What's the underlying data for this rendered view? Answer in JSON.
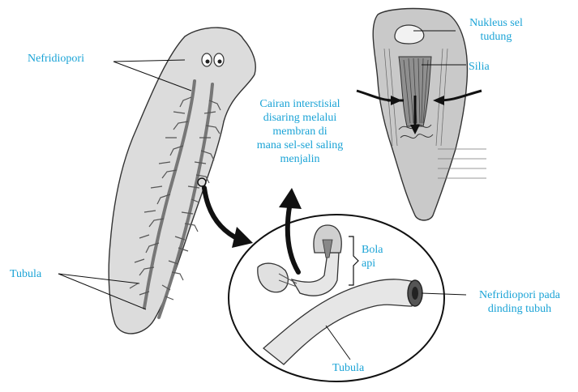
{
  "colors": {
    "label_blue": "#1aa3d6",
    "label_dark": "#111111",
    "outline": "#333333",
    "body_fill": "#dcdcdc",
    "tubule_fill": "#a9a9a9",
    "cell_fill": "#c9c9c9"
  },
  "labels": {
    "nefridiopori_top": "Nefridiopori",
    "tubula_left": "Tubula",
    "cairan": "Cairan interstisial\ndisaring melalui\nmembran di\nmana sel-sel saling\nmenjalin",
    "bola_api": "Bola\napi",
    "tubula_bottom": "Tubula",
    "nefridiopori_dinding": "Nefridiopori pada\ndinding tubuh",
    "nukleus": "Nukleus sel\ntudung",
    "silia": "Silia"
  },
  "icons": {
    "arrow_to_detail": "curved-arrow-icon",
    "arrow_to_flame_cell": "curved-arrow-icon",
    "fluid_flow": "flow-arrows-icon"
  }
}
